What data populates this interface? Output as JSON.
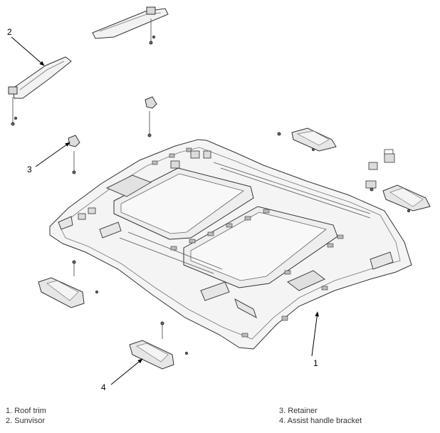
{
  "callouts": {
    "c1": "1",
    "c2": "2",
    "c3": "3",
    "c4": "4"
  },
  "legend": {
    "left": [
      "1. Roof trim",
      "2. Sunvisor"
    ],
    "right": [
      "3. Retainer",
      "4. Assist handle bracket"
    ]
  },
  "colors": {
    "line": "#333333",
    "fill": "#f2f2f2",
    "shade": "#d8d8d8"
  }
}
